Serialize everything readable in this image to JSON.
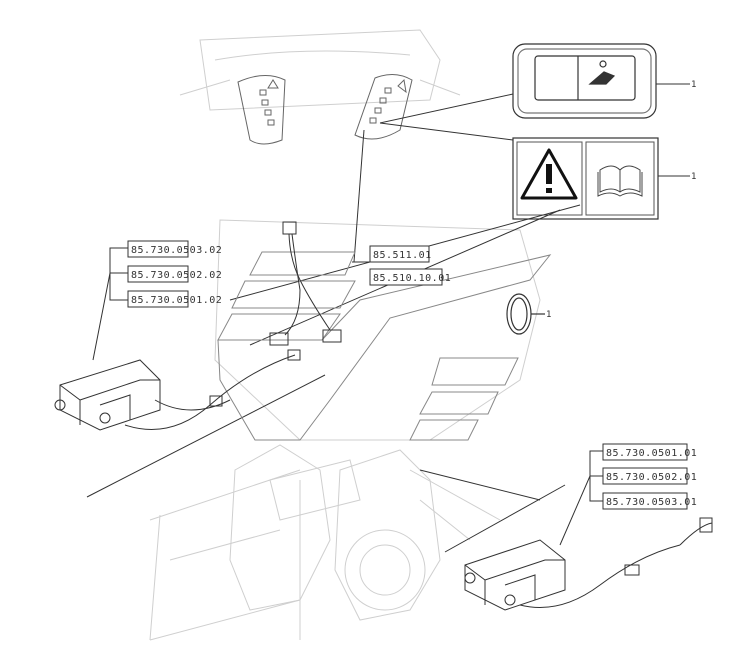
{
  "references": {
    "left_top": "85.730.0503.02",
    "left_mid": "85.730.0502.02",
    "left_bot": "85.730.0501.02",
    "center_top": "85.511.01",
    "center_bot": "85.510.10.01",
    "right_top": "85.730.0501.01",
    "right_mid": "85.730.0502.01",
    "right_bot": "85.730.0503.01"
  },
  "callouts": {
    "switch": "1",
    "warning": "1",
    "clip": "1"
  },
  "icons": {
    "warning": "warning-triangle-icon",
    "manual": "operator-manual-icon",
    "switch": "loader-rocker-switch-icon"
  }
}
